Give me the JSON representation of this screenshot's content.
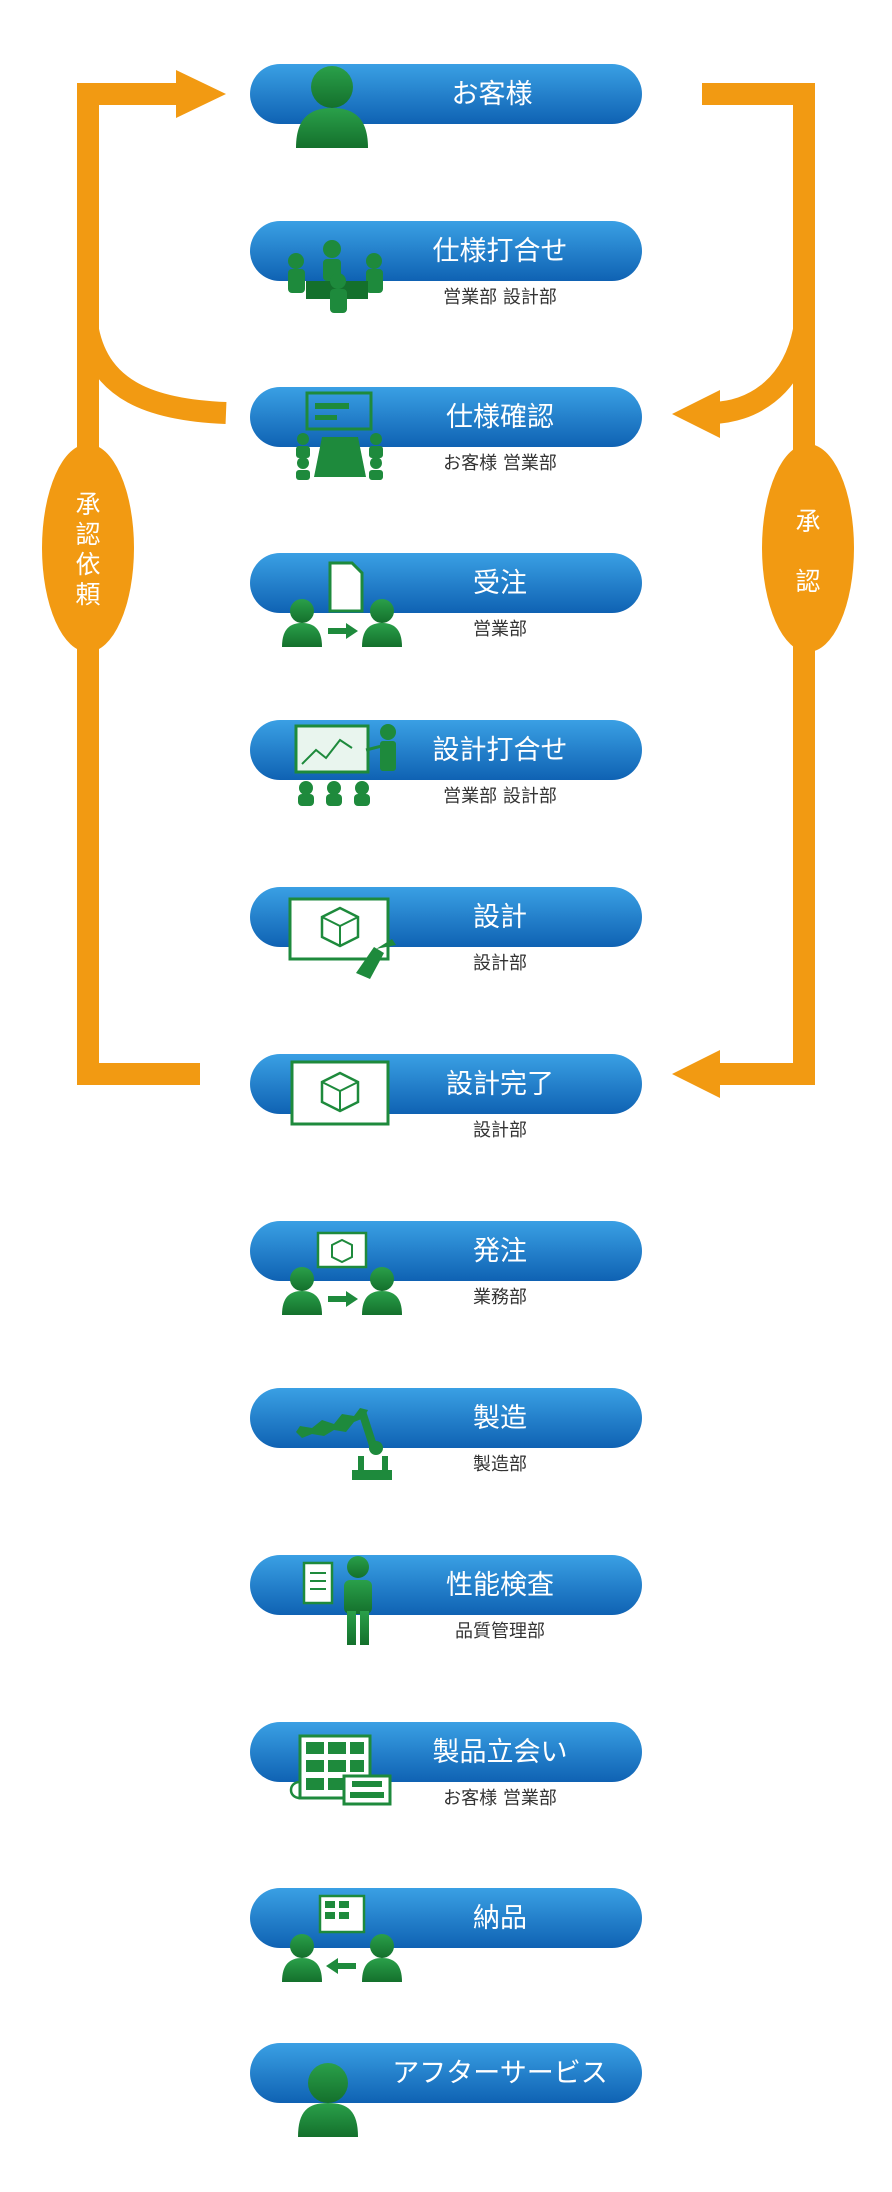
{
  "colors": {
    "pill_top": "#3aa0e4",
    "pill_bottom": "#0f62b3",
    "icon_green": "#1e8a3c",
    "arrow_orange": "#f29a12",
    "sub_text": "#333333"
  },
  "side_labels": {
    "left": [
      "承",
      "認",
      "依",
      "頼"
    ],
    "right": [
      "承",
      "認"
    ]
  },
  "steps": [
    {
      "title": "お客様",
      "sub": "",
      "icon": "person-icon"
    },
    {
      "title": "仕様打合せ",
      "sub": "営業部 設計部",
      "icon": "meeting-group-icon"
    },
    {
      "title": "仕様確認",
      "sub": "お客様 営業部",
      "icon": "presentation-table-icon"
    },
    {
      "title": "受注",
      "sub": "営業部",
      "icon": "order-handover-icon"
    },
    {
      "title": "設計打合せ",
      "sub": "営業部 設計部",
      "icon": "chart-presenter-icon"
    },
    {
      "title": "設計",
      "sub": "設計部",
      "icon": "cad-design-icon"
    },
    {
      "title": "設計完了",
      "sub": "設計部",
      "icon": "cad-monitor-icon"
    },
    {
      "title": "発注",
      "sub": "業務部",
      "icon": "purchase-order-icon"
    },
    {
      "title": "製造",
      "sub": "製造部",
      "icon": "robot-arm-icon"
    },
    {
      "title": "性能検査",
      "sub": "品質管理部",
      "icon": "inspector-icon"
    },
    {
      "title": "製品立会い",
      "sub": "お客様 営業部",
      "icon": "control-panel-icon"
    },
    {
      "title": "納品",
      "sub": "",
      "icon": "delivery-icon"
    },
    {
      "title": "アフターサービス",
      "sub": "",
      "icon": "service-person-icon"
    }
  ]
}
